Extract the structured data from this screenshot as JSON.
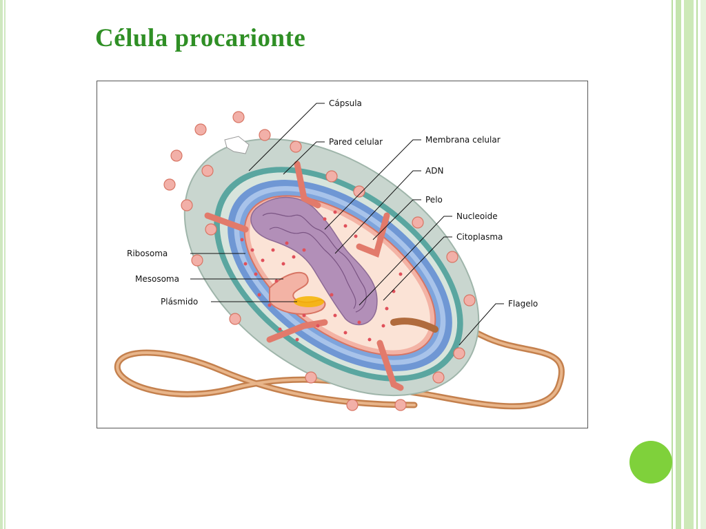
{
  "slide": {
    "title": "Célula procarionte"
  },
  "diagram": {
    "labels": {
      "capsula": "Cápsula",
      "pared_celular": "Pared celular",
      "membrana_celular": "Membrana celular",
      "adn": "ADN",
      "pelo": "Pelo",
      "nucleoide": "Nucleoide",
      "citoplasma": "Citoplasma",
      "ribosoma": "Ribosoma",
      "mesosoma": "Mesosoma",
      "plasmido": "Plásmido",
      "flagelo": "Flagelo"
    },
    "colors": {
      "capsule": "#c9d6cf",
      "cell_wall": "#5aa6a0",
      "membrane_blue": "#6f97d4",
      "cytoplasm": "#fbe3d6",
      "dna": "#b28fb8",
      "flagellum": "#d89a66",
      "pili": "#f2b0a8",
      "plasmid": "#f4b400"
    }
  },
  "decor": {
    "accent_color": "#7fd13b",
    "title_color": "#2f8f25"
  }
}
